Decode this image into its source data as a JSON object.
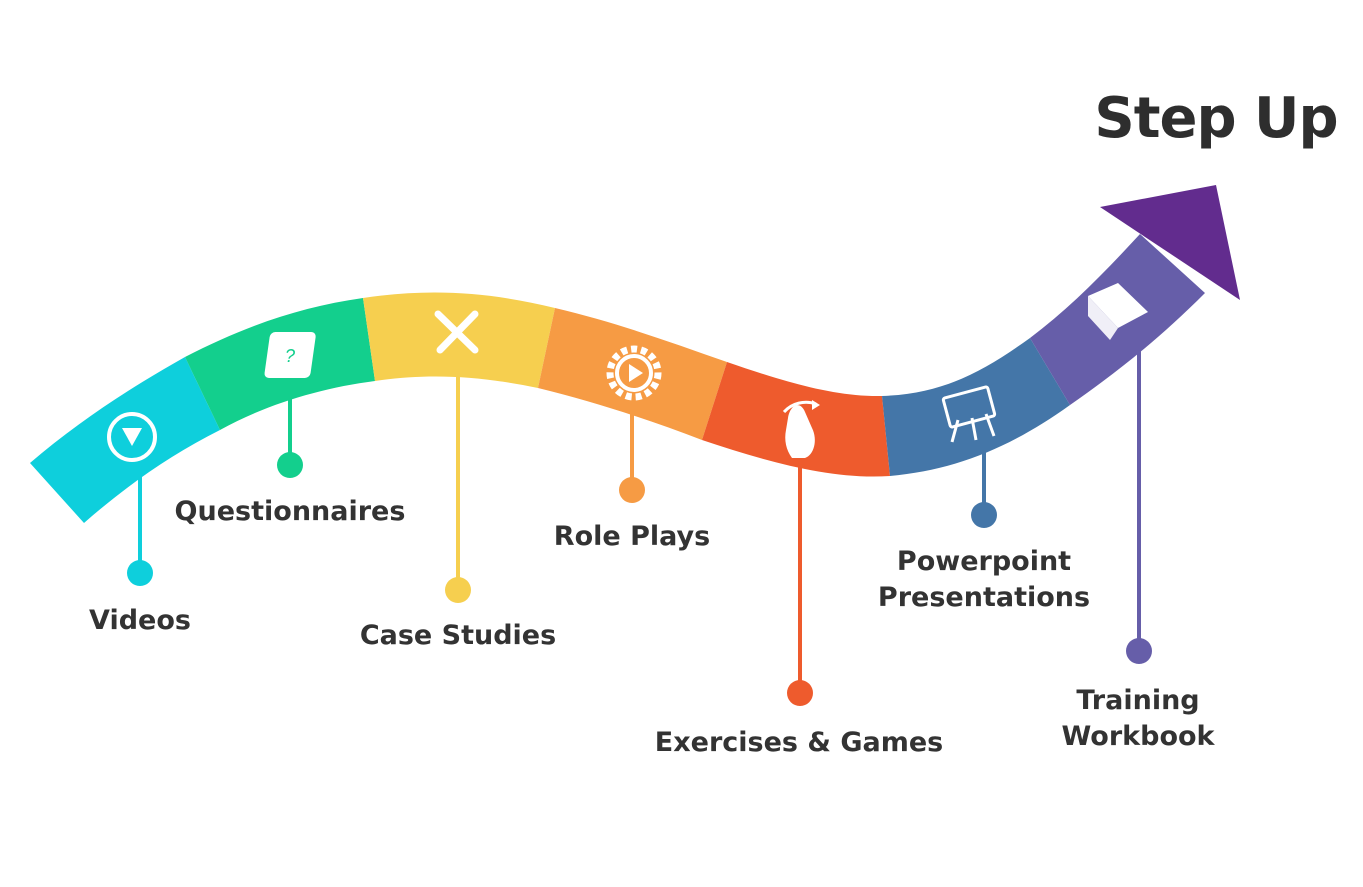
{
  "title": "Step Up",
  "steps": [
    {
      "label": "Videos",
      "color": "#0ecfdc",
      "icon": "play-circle-icon"
    },
    {
      "label": "Questionnaires",
      "color": "#13cf8d",
      "icon": "question-book-icon"
    },
    {
      "label": "Case Studies",
      "color": "#f6cf4f",
      "icon": "pencil-ruler-icon"
    },
    {
      "label": "Role Plays",
      "color": "#f69b44",
      "icon": "gear-play-icon"
    },
    {
      "label": "Exercises & Games",
      "color": "#ee5b2d",
      "icon": "hand-swipe-icon"
    },
    {
      "label_line1": "Powerpoint",
      "label_line2": "Presentations",
      "color": "#4476a8",
      "icon": "presentation-board-icon"
    },
    {
      "label_line1": "Training",
      "label_line2": "Workbook",
      "color": "#665ea9",
      "icon": "workbook-icon"
    }
  ],
  "arrow_color": "#622c8e"
}
